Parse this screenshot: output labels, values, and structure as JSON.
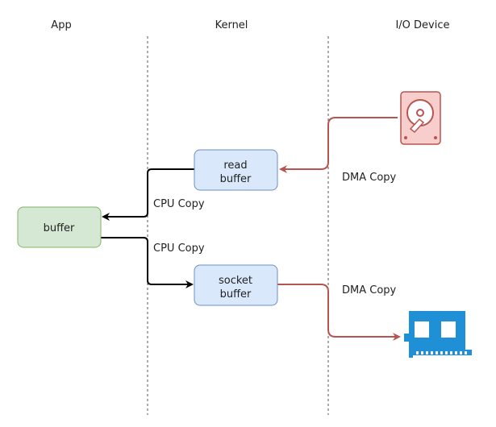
{
  "lanes": {
    "app": "App",
    "kernel": "Kernel",
    "io": "I/O Device"
  },
  "nodes": {
    "read_buffer": [
      "read",
      "buffer"
    ],
    "socket_buffer": [
      "socket",
      "buffer"
    ],
    "app_buffer": "buffer"
  },
  "edges": {
    "dma_in": "DMA Copy",
    "cpu_read": "CPU Copy",
    "cpu_write": "CPU Copy",
    "dma_out": "DMA Copy"
  },
  "icons": {
    "disk": "hard-disk-icon",
    "nic": "network-card-icon"
  },
  "colors": {
    "kernel_fill": "#dae8fc",
    "kernel_stroke": "#6c8ebf",
    "app_fill": "#d5e8d4",
    "app_stroke": "#82b366",
    "dma_arrow": "#b85450",
    "cpu_arrow": "#000000",
    "disk_fill": "#f8cecc",
    "nic_fill": "#1f8fd6",
    "divider": "#555555"
  }
}
